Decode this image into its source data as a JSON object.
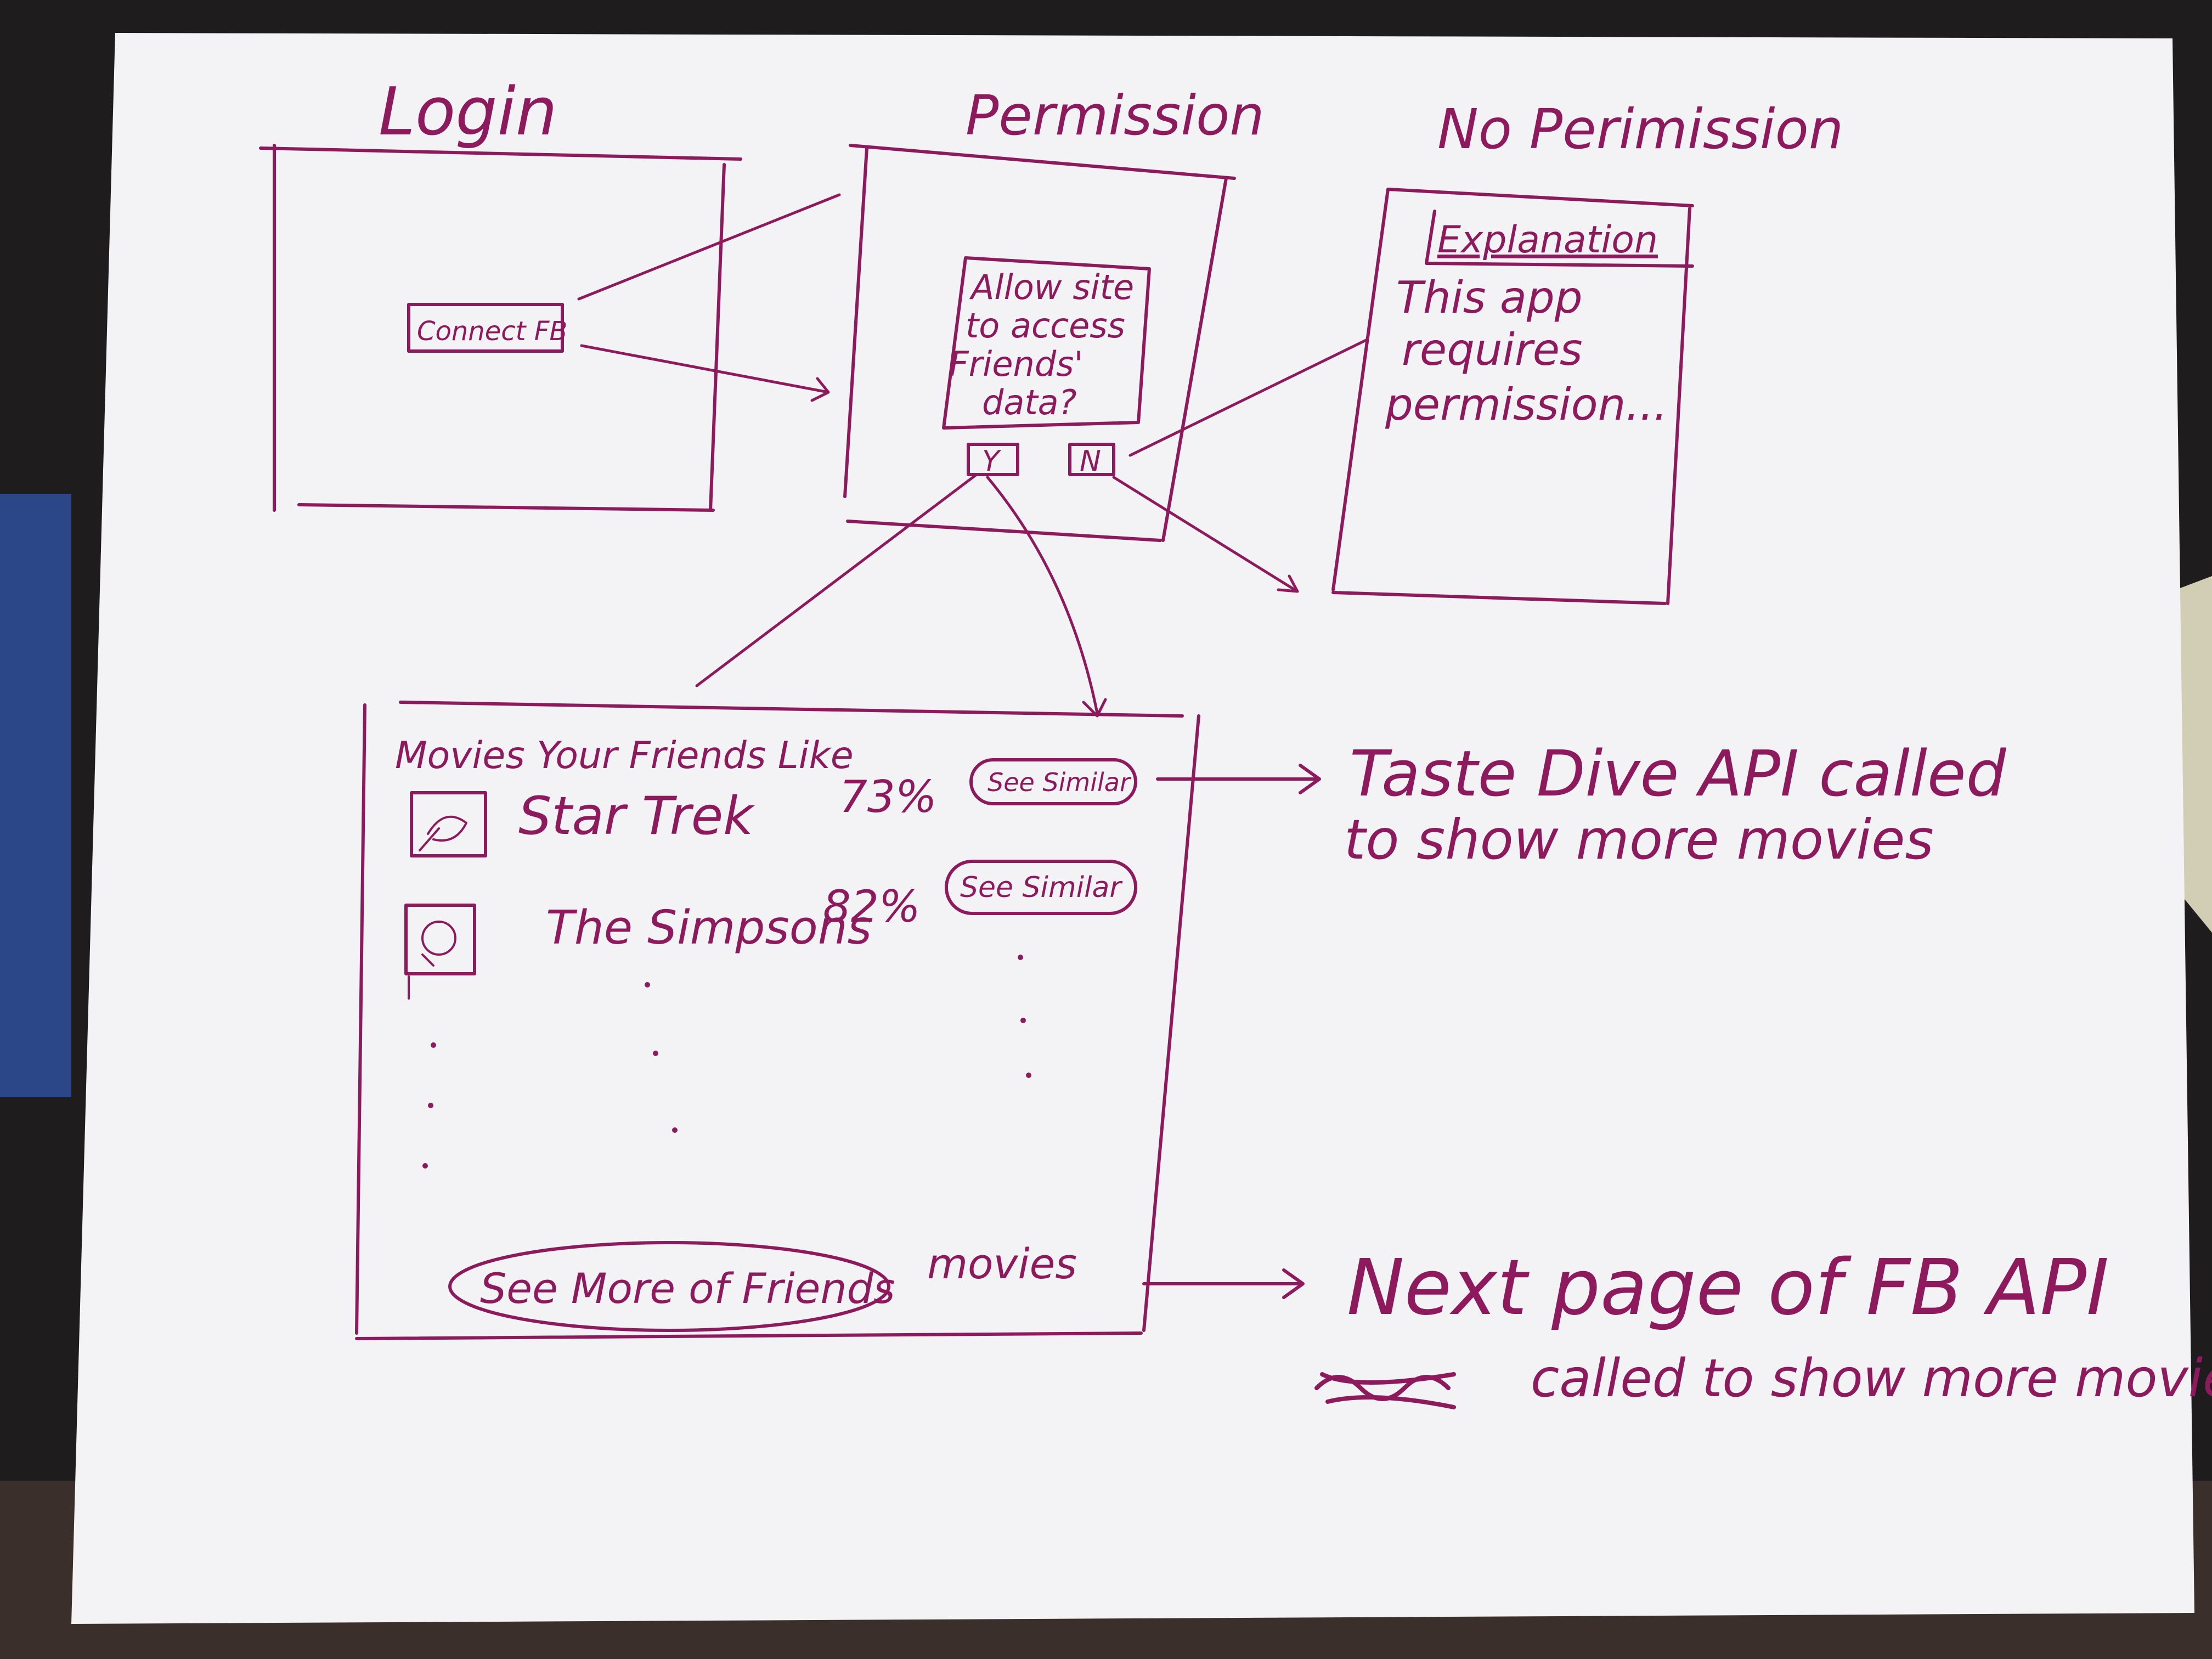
{
  "colors": {
    "ink": "#8e1a5e",
    "paper": "#f3f2f5",
    "background": "#1f1c1d"
  },
  "login": {
    "title": "Login",
    "connect_button": "Connect FB"
  },
  "permission": {
    "title": "Permission",
    "prompt_lines": [
      "Allow site",
      "to access",
      "Friends'",
      "data?"
    ],
    "yes_button": "Y",
    "no_button": "N"
  },
  "no_permission": {
    "title": "No Perimission",
    "header": "Explanation",
    "body_lines": [
      "This app",
      "requires",
      "permission..."
    ]
  },
  "movies": {
    "title": "Movies Your Friends Like",
    "rows": [
      {
        "name": "Star Trek",
        "percent": "73%",
        "button": "See Similar",
        "thumb_icon": "movie-thumbnail-icon"
      },
      {
        "name": "The Simpsons",
        "percent": "82%",
        "button": "See Similar",
        "thumb_icon": "movie-thumbnail-icon"
      }
    ],
    "see_more_button": "See More of Friends",
    "see_more_suffix": "movies"
  },
  "annotations": {
    "tastedive_lines": [
      "Taste Dive API called",
      "to show more movies"
    ],
    "fb_lines": [
      "Next page of FB API",
      "called to show more movies"
    ]
  }
}
